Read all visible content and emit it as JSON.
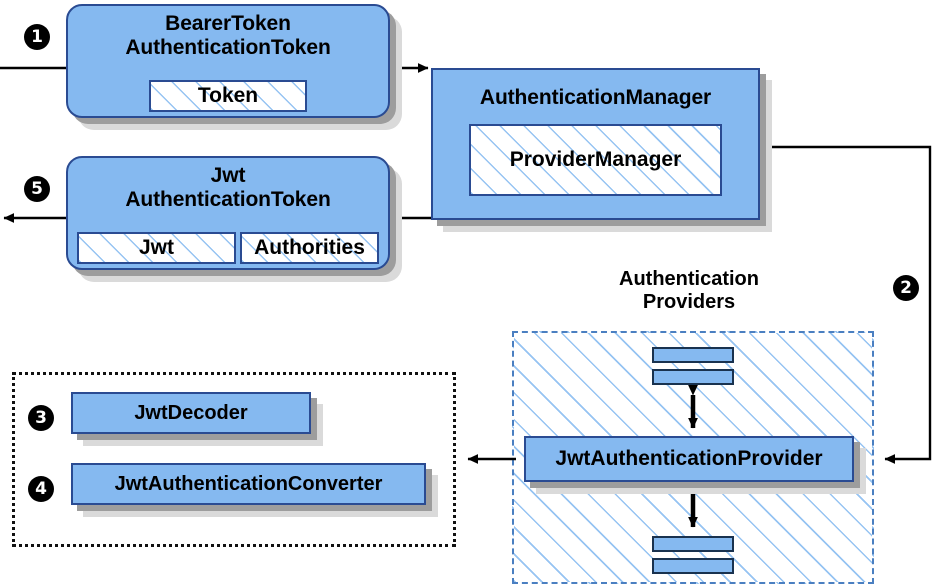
{
  "diagram": {
    "title": "Spring Security JWT Bearer Token Authentication Flow",
    "colors": {
      "node_fill": "#85b9f0",
      "node_border": "#2a4b92",
      "hatch_line": "#84b9f0",
      "shadow_dark": "#9d9d9d",
      "shadow_light": "#dadada",
      "dashed_blue": "#4a7fc1",
      "dotted_black": "#111111",
      "badge_fill": "#000000",
      "badge_text": "#ffffff",
      "connector": "#000000",
      "background": "#ffffff"
    }
  },
  "badges": [
    {
      "id": "step-1",
      "label": "❶",
      "number": "1"
    },
    {
      "id": "step-2",
      "label": "❷",
      "number": "2"
    },
    {
      "id": "step-3",
      "label": "❸",
      "number": "3"
    },
    {
      "id": "step-4",
      "label": "❹",
      "number": "4"
    },
    {
      "id": "step-5",
      "label": "❺",
      "number": "5"
    }
  ],
  "nodes": {
    "bearer_token": {
      "title_line1": "BearerToken",
      "title_line2": "AuthenticationToken",
      "inner": [
        {
          "label": "Token"
        }
      ]
    },
    "jwt_token": {
      "title_line1": "Jwt",
      "title_line2": "AuthenticationToken",
      "inner": [
        {
          "label": "Jwt"
        },
        {
          "label": "Authorities"
        }
      ]
    },
    "authentication_manager": {
      "title": "AuthenticationManager",
      "inner": [
        {
          "label": "ProviderManager"
        }
      ]
    },
    "jwt_authentication_provider": {
      "label": "JwtAuthenticationProvider"
    },
    "jwt_decoder": {
      "label": "JwtDecoder"
    },
    "jwt_authentication_converter": {
      "label": "JwtAuthenticationConverter"
    }
  },
  "regions": {
    "authentication_providers": {
      "caption_line1": "Authentication",
      "caption_line2": "Providers"
    },
    "jwt_support_group": {
      "caption": ""
    }
  },
  "stubs": [
    {
      "id": "provider-stub-top-upper"
    },
    {
      "id": "provider-stub-top-lower"
    },
    {
      "id": "provider-stub-bottom-upper"
    },
    {
      "id": "provider-stub-bottom-lower"
    }
  ]
}
